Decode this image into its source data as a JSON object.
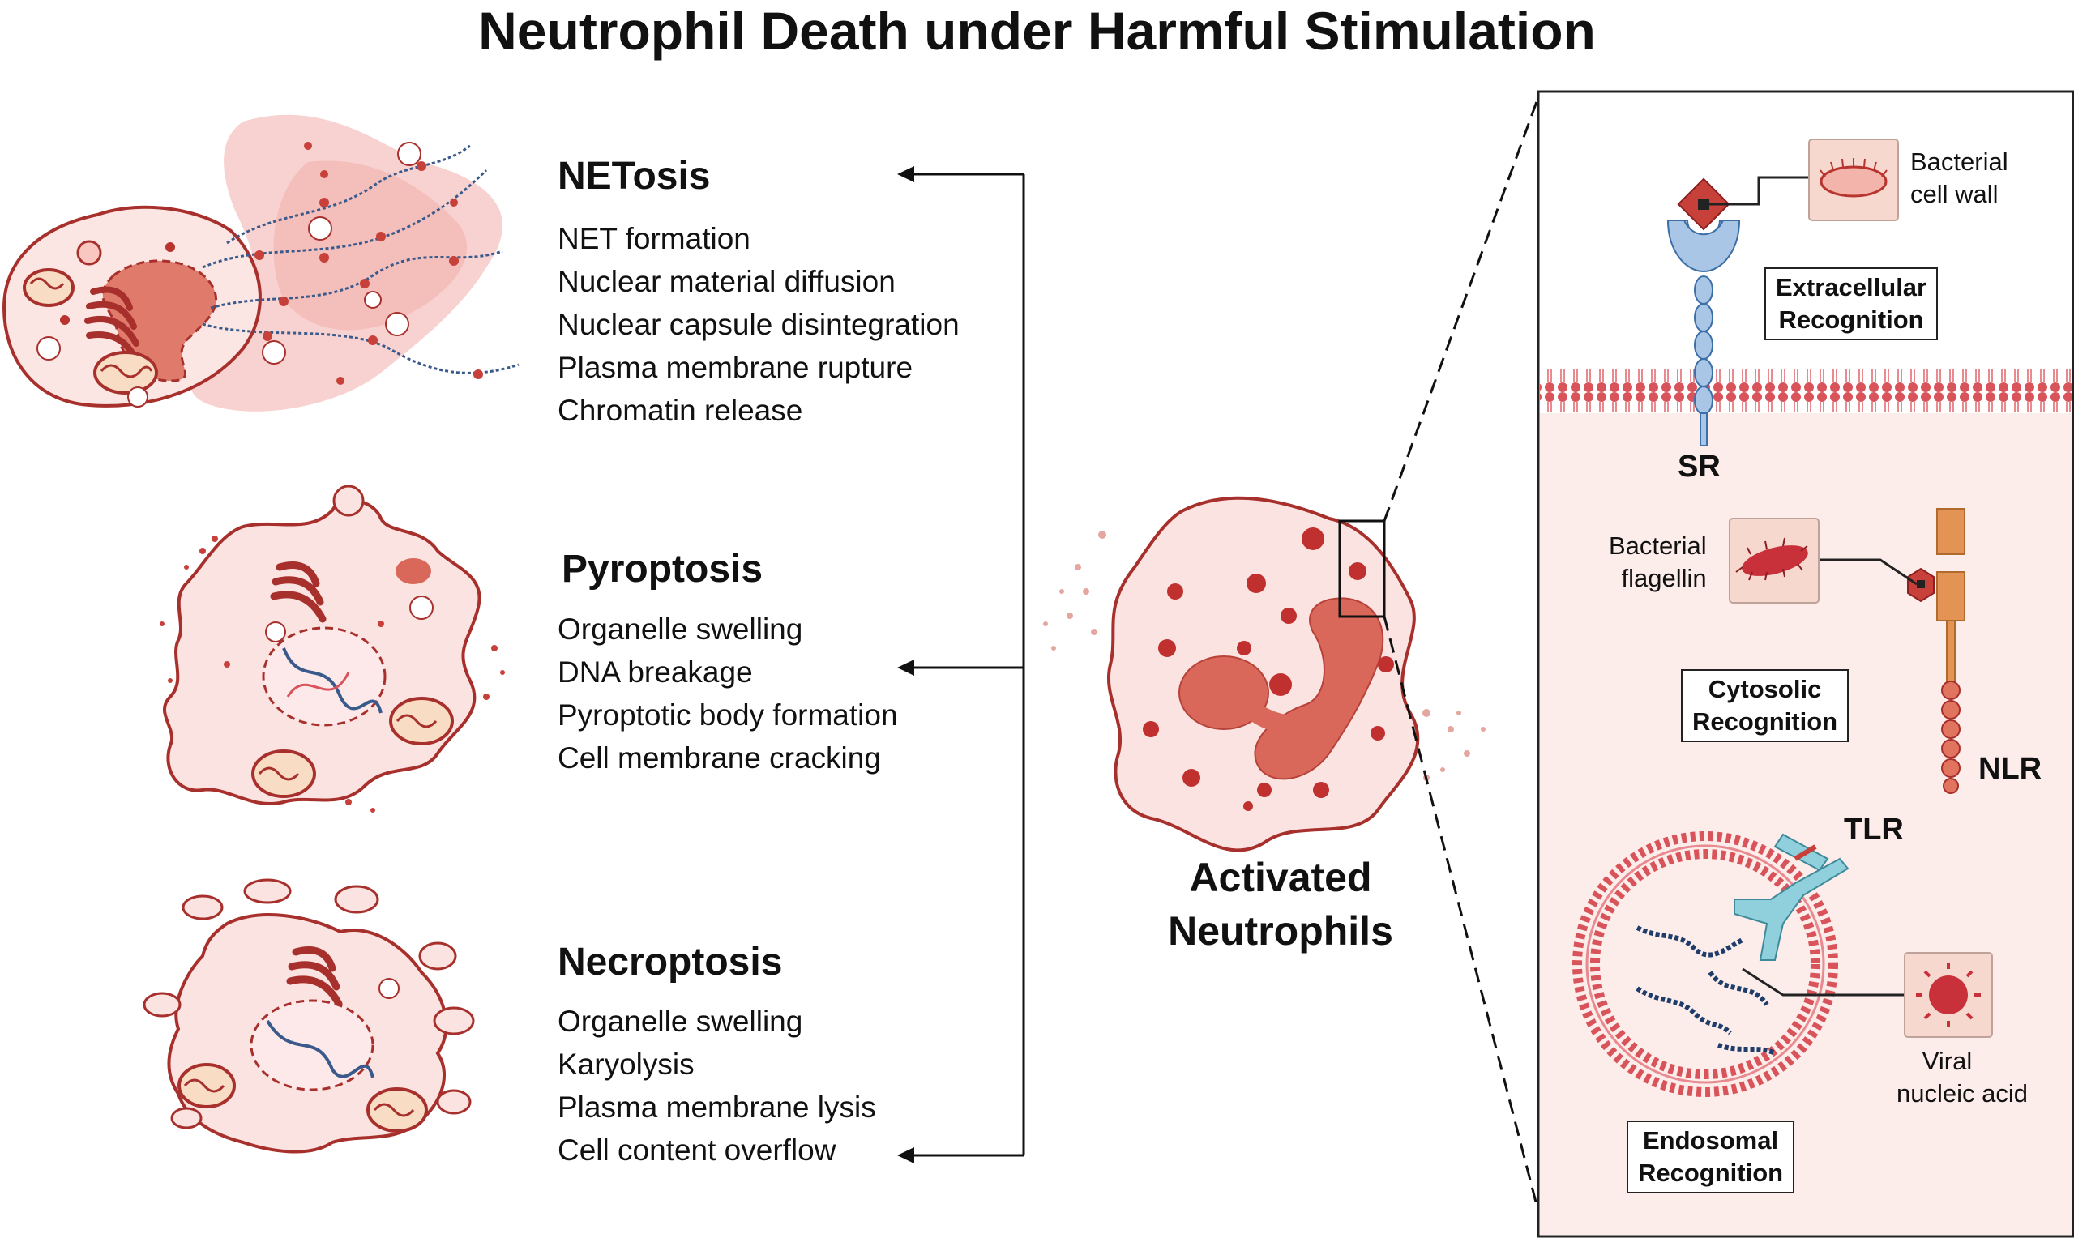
{
  "title": "Neutrophil Death under Harmful Stimulation",
  "pathways": [
    {
      "name": "NETosis",
      "features": [
        "NET formation",
        "Nuclear material diffusion",
        "Nuclear capsule disintegration",
        "Plasma membrane rupture",
        "Chromatin release"
      ]
    },
    {
      "name": "Pyroptosis",
      "features": [
        "Organelle swelling",
        "DNA breakage",
        "Pyroptotic body formation",
        "Cell membrane cracking"
      ]
    },
    {
      "name": "Necroptosis",
      "features": [
        "Organelle swelling",
        "Karyolysis",
        "Plasma membrane lysis",
        "Cell content overflow"
      ]
    }
  ],
  "center": {
    "label_line1": "Activated",
    "label_line2": "Neutrophils"
  },
  "panel": {
    "receptors": {
      "sr": "SR",
      "nlr": "NLR",
      "tlr": "TLR"
    },
    "ligands": {
      "bacterial_cell_wall": [
        "Bacterial",
        "cell wall"
      ],
      "bacterial_flagellin": [
        "Bacterial",
        "flagellin"
      ],
      "viral_nucleic_acid": [
        "Viral",
        "nucleic acid"
      ]
    },
    "recognition": {
      "extracellular": [
        "Extracellular",
        "Recognition"
      ],
      "cytosolic": [
        "Cytosolic",
        "Recognition"
      ],
      "endosomal": [
        "Endosomal",
        "Recognition"
      ]
    }
  },
  "colors": {
    "cell_fill": "#fbe3e1",
    "cell_outline": "#a8302c",
    "nucleus": "#d9685a",
    "dark_red": "#9b2420",
    "receptor_blue": "#a9c6e6",
    "receptor_orange": "#e39455",
    "tlr_teal": "#8fd0dc",
    "panel_bg": "#fcecea"
  }
}
